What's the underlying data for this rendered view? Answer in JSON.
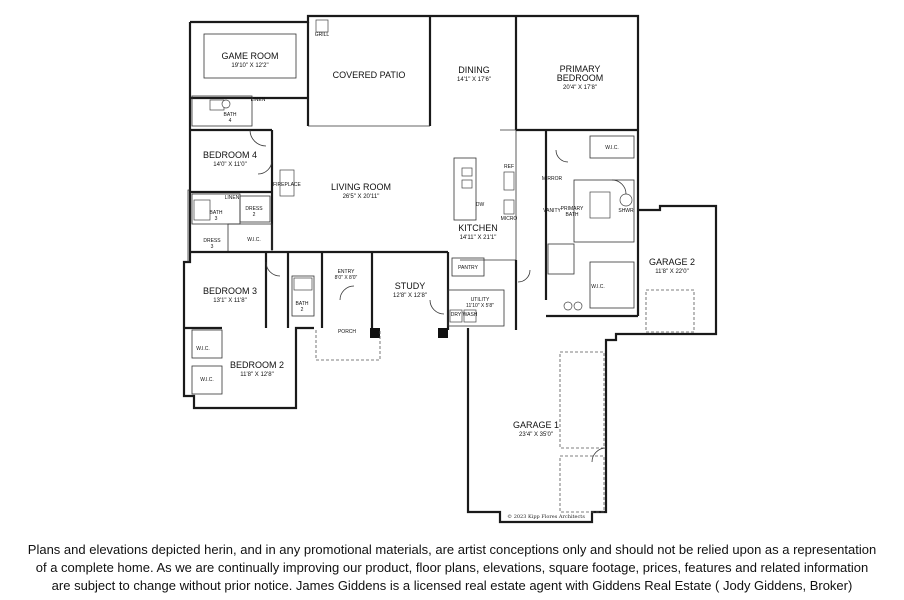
{
  "rooms": {
    "game_room": {
      "name": "GAME ROOM",
      "dim": "19'10\" X 12'2\""
    },
    "covered_patio": {
      "name": "COVERED PATIO"
    },
    "dining": {
      "name": "DINING",
      "dim": "14'1\" X 17'6\""
    },
    "primary_bedroom": {
      "name_line1": "PRIMARY",
      "name_line2": "BEDROOM",
      "dim": "20'4\" X 17'8\""
    },
    "bath4": {
      "name": "BATH",
      "num": "4"
    },
    "bedroom4": {
      "name": "BEDROOM 4",
      "dim": "14'0\" X 11'0\""
    },
    "living_room": {
      "name": "LIVING ROOM",
      "dim": "26'5\" X 20'11\""
    },
    "kitchen": {
      "name": "KITCHEN",
      "dim": "14'11\" X 21'1\""
    },
    "bath3": {
      "name": "BATH",
      "num": "3"
    },
    "dress2": {
      "name": "DRESS",
      "num": "2"
    },
    "dress3": {
      "name": "DRESS",
      "num": "3"
    },
    "wic_bed4": {
      "name": "W.I.C."
    },
    "bedroom3": {
      "name": "BEDROOM 3",
      "dim": "13'1\" X 11'8\""
    },
    "entry": {
      "name": "ENTRY",
      "dim": "8'0\" X 8'0\""
    },
    "study": {
      "name": "STUDY",
      "dim": "12'8\" X 12'8\""
    },
    "bath2": {
      "name": "BATH",
      "num": "2"
    },
    "porch": {
      "name": "PORCH"
    },
    "utility": {
      "name": "UTILITY",
      "dim": "11'10\" X 5'8\""
    },
    "pantry": {
      "name": "PANTRY"
    },
    "wic_bed3": {
      "name": "W.I.C."
    },
    "bedroom2": {
      "name": "BEDROOM 2",
      "dim": "11'8\" X 12'8\""
    },
    "wic_bed2": {
      "name": "W.I.C."
    },
    "primary_wic_top": {
      "name": "W.I.C."
    },
    "primary_bath": {
      "name_line1": "PRIMARY",
      "name_line2": "BATH"
    },
    "primary_wic_bottom": {
      "name": "W.I.C."
    },
    "garage2": {
      "name": "GARAGE 2",
      "dim": "11'8\" X 22'0\""
    },
    "garage1": {
      "name": "GARAGE 1",
      "dim": "23'4\" X 35'0\""
    }
  },
  "fixtures": {
    "grill": "GRILL",
    "linen_top": "LINEN",
    "linen_mid": "LINEN",
    "refrigerator": "REF",
    "dw": "DW",
    "micro": "MICRO",
    "dryer": "DRY",
    "washer": "WASH",
    "shower": "SHWR",
    "vanity": "VANITY",
    "mirror": "MIRROR",
    "fireplace": "FIREPLACE"
  },
  "copyright": "© 2023 Kipp Flores Architects",
  "disclaimer": {
    "line1": "Plans and elevations depicted herin, and in any promotional materials, are artist conceptions only and should not be relied upon as a representation",
    "line2": "of a complete home.  As we are continually improving our product, floor plans, elevations, square footage, prices, features and related information",
    "line3": "are subject to change without prior notice. James Giddens is a licensed real estate agent with Giddens Real Estate ( Jody Giddens, Broker)"
  }
}
